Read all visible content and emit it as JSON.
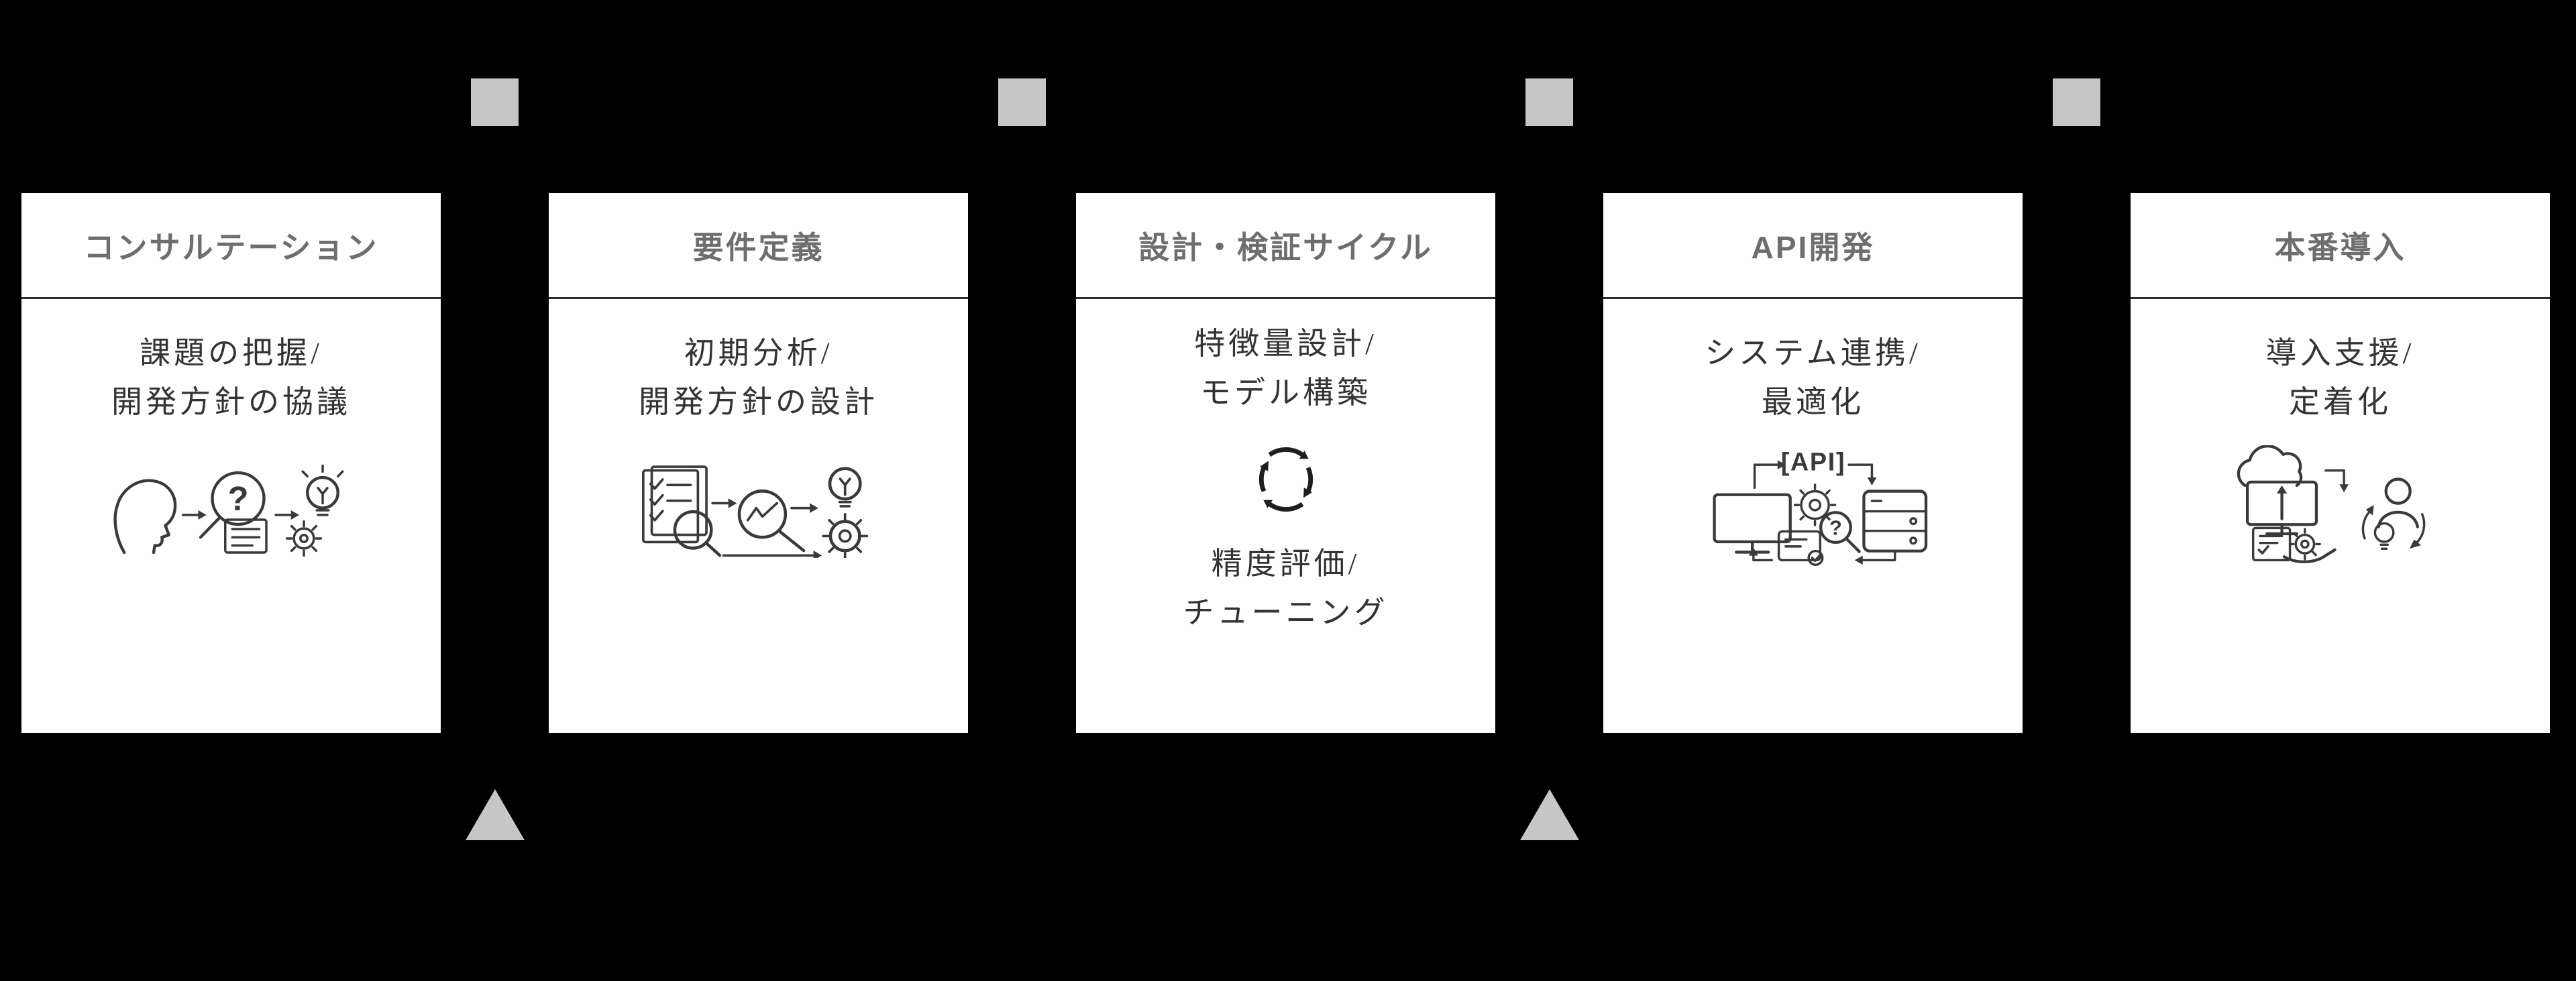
{
  "diagram": {
    "type": "process-flow",
    "colors": {
      "background": "#000000",
      "card_background": "#fefefe",
      "header_text": "#6e6e6e",
      "separator": "#2e2e2e",
      "body_text": "#333333",
      "icon_stroke": "#3a3a3a",
      "marker_gray": "#c6c6c6"
    },
    "steps": [
      {
        "title": "コンサルテーション",
        "lines": [
          "課題の把握/",
          "開発方針の協議"
        ],
        "icon": "person-inquiry-idea-icon",
        "icon_glyph_question": "?"
      },
      {
        "title": "要件定義",
        "lines": [
          "初期分析/",
          "開発方針の設計"
        ],
        "icon": "checklist-analysis-solution-icon"
      },
      {
        "title": "設計・検証サイクル",
        "lines_top": [
          "特徴量設計/",
          "モデル構築"
        ],
        "lines_bottom": [
          "精度評価/",
          "チューニング"
        ],
        "icon": "cycle-arrows-icon"
      },
      {
        "title": "API開発",
        "lines": [
          "システム連携/",
          "最適化"
        ],
        "icon": "api-integration-icon",
        "icon_label": "[API]",
        "icon_glyph_question": "?"
      },
      {
        "title": "本番導入",
        "lines": [
          "導入支援/",
          "定着化"
        ],
        "icon": "deployment-adoption-icon"
      }
    ],
    "markers": {
      "top_squares_between_steps": [
        "1-2",
        "2-3",
        "3-4",
        "4-5"
      ],
      "bottom_triangles_between_steps": [
        "1-2",
        "3-4"
      ]
    }
  }
}
